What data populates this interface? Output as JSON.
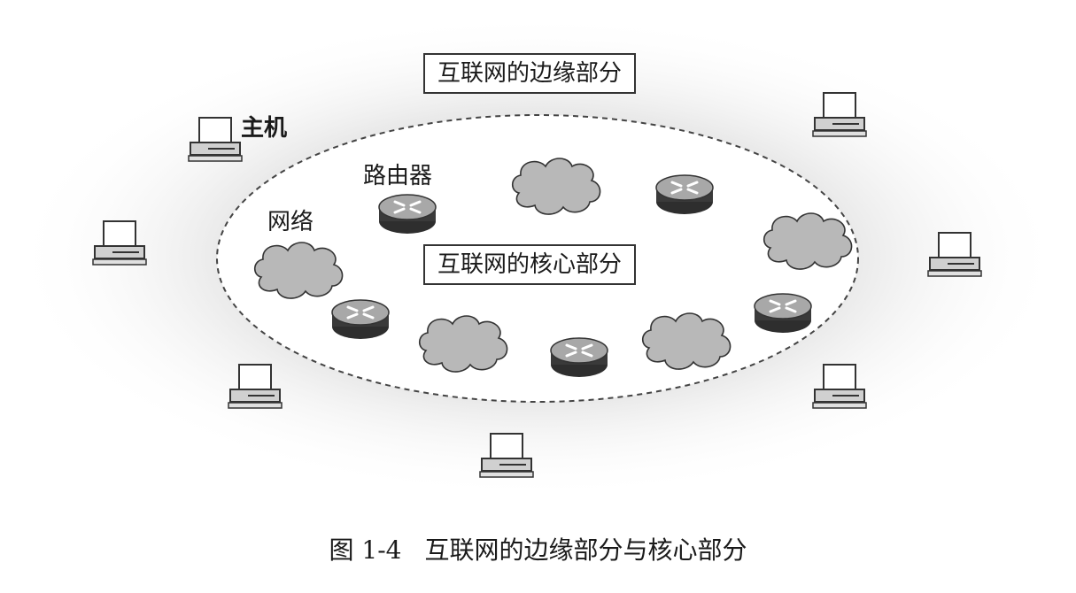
{
  "labels": {
    "edge_part": "互联网的边缘部分",
    "core_part": "互联网的核心部分",
    "host": "主机",
    "router": "路由器",
    "network": "网络"
  },
  "caption": {
    "figure_number": "图 1-4",
    "title": "互联网的边缘部分与核心部分"
  },
  "colors": {
    "halo": "#e6e6e6",
    "core_fill": "#ffffff",
    "core_border": "#444444",
    "cloud_fill": "#b8b8b8",
    "router_body": "#4a4a4a",
    "router_top": "#a9a9a9",
    "host_screen": "#ffffff",
    "host_body": "#d0d0d0",
    "outline": "#333333"
  },
  "icons": {
    "host": "computer-icon",
    "router": "router-icon",
    "network": "cloud-icon"
  }
}
